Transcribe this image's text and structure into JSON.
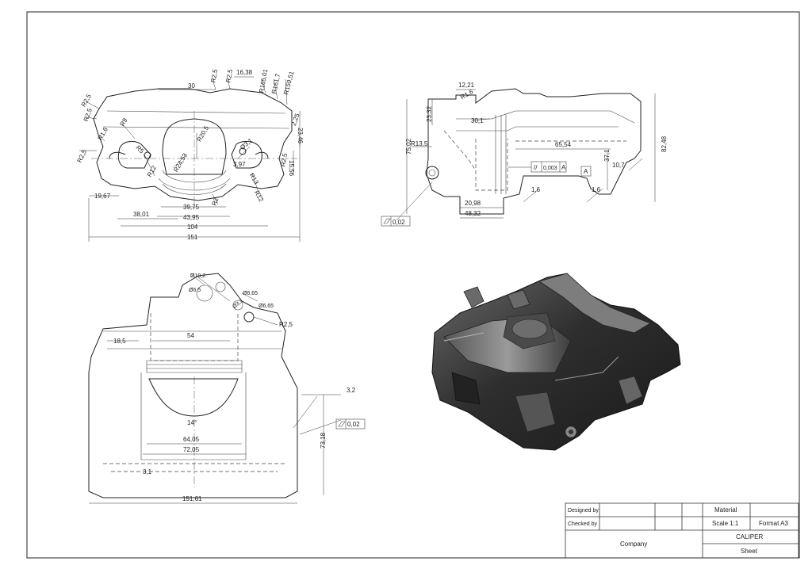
{
  "sheet": {
    "background": "#ffffff",
    "line_color": "#222222"
  },
  "front_view": {
    "dims": [
      "R2,5",
      "R2,5",
      "R2,5",
      "R1,6",
      "R9",
      "30",
      "R2,5",
      "R2,5",
      "16,38",
      "R165,01",
      "R161,7",
      "R159,51",
      "R5",
      "R20,5",
      "R24,53",
      "R12",
      "Ø3,1",
      "3,97",
      "R2",
      "R13",
      "R12",
      "2,25",
      "23,46",
      "15,56",
      "R2,5",
      "19,67",
      "38,01",
      "39,75",
      "43,95",
      "104",
      "151"
    ]
  },
  "side_view": {
    "dims": [
      "12,21",
      "R1,6",
      "23,32",
      "30,1",
      "R13,5",
      "75,02",
      "65,54",
      "0,003",
      "A",
      "A",
      "37,1",
      "10,7",
      "82,48",
      "1,6",
      "1,6",
      "20,98",
      "48,32",
      "0,02"
    ]
  },
  "top_view": {
    "dims": [
      "Ø10,2",
      "Ø6,5",
      "Ø6,65",
      "Ø6,65",
      "Ø3,1",
      "R2,5",
      "18,5",
      "54",
      "14°",
      "64,05",
      "72,05",
      "3,2",
      "0,02",
      "73,18",
      "3,1",
      "151,61"
    ]
  },
  "iso_view": {
    "body_color": "#3a3a3a",
    "highlight_color": "#8a8a8a"
  },
  "title_block": {
    "designed_by": "Designed by",
    "checked_by": "Checked by",
    "company": "Company",
    "material": "Material",
    "scale": "Scale 1:1",
    "format": "Format A3",
    "part_name": "CALIPER",
    "sheet": "Sheet"
  }
}
